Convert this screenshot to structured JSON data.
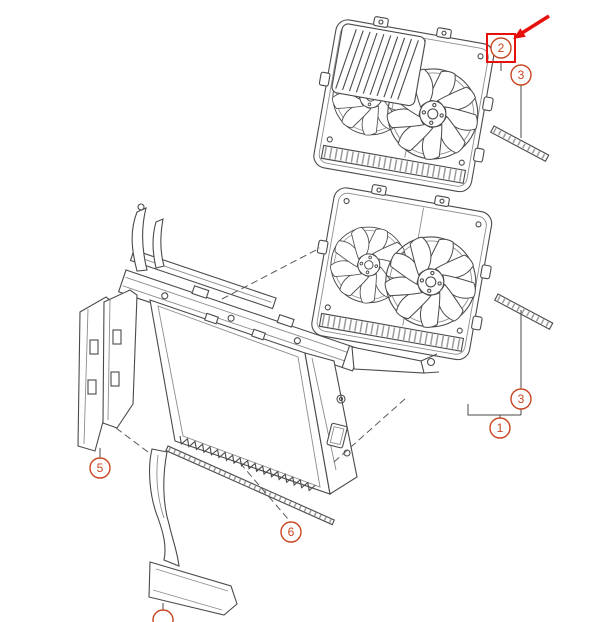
{
  "diagram": {
    "colors": {
      "background": "#ffffff",
      "line": "#4a4a4a",
      "callout": "#c8451f",
      "highlight": "#e8100c"
    },
    "callouts": [
      {
        "label": "2",
        "highlighted": true
      },
      {
        "label": "3"
      },
      {
        "label": "3"
      },
      {
        "label": "1"
      },
      {
        "label": "5"
      },
      {
        "label": "6"
      }
    ]
  }
}
